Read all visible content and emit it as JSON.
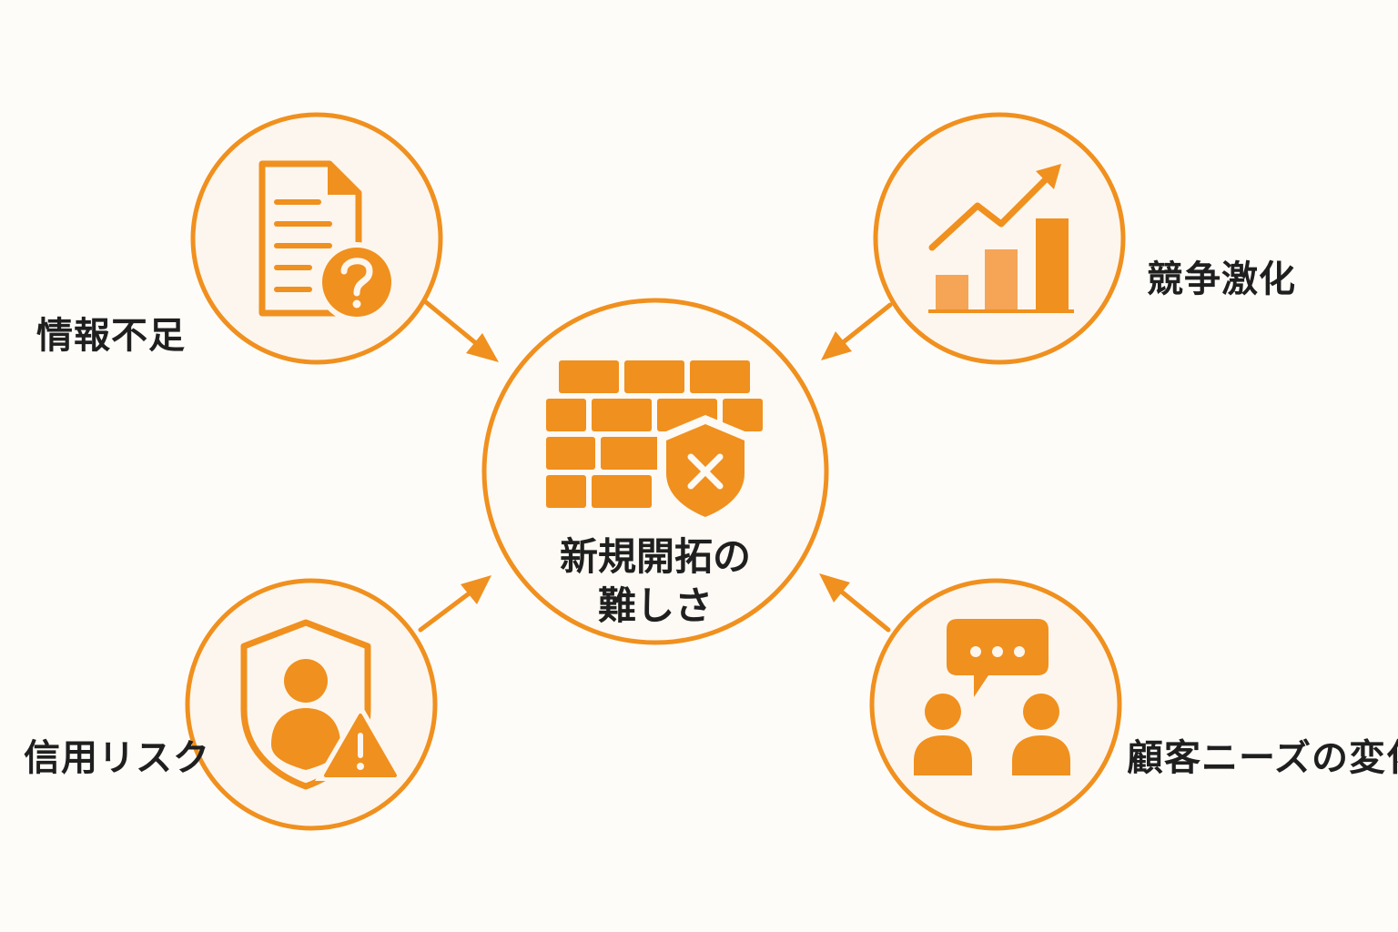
{
  "center": {
    "line1": "新規開拓の",
    "line2": "難しさ"
  },
  "factors": {
    "top_left": {
      "label": "情報不足",
      "icon": "document-question-icon"
    },
    "top_right": {
      "label": "競争激化",
      "icon": "growth-bar-chart-icon"
    },
    "bottom_left": {
      "label": "信用リスク",
      "icon": "shield-user-warning-icon"
    },
    "bottom_right": {
      "label": "顧客ニーズの変化",
      "icon": "people-chat-icon"
    }
  },
  "colors": {
    "accent": "#f0901e",
    "accent_light": "#f5a555",
    "circle_fill": "#fdf6ee",
    "text": "#1f1f1f"
  }
}
